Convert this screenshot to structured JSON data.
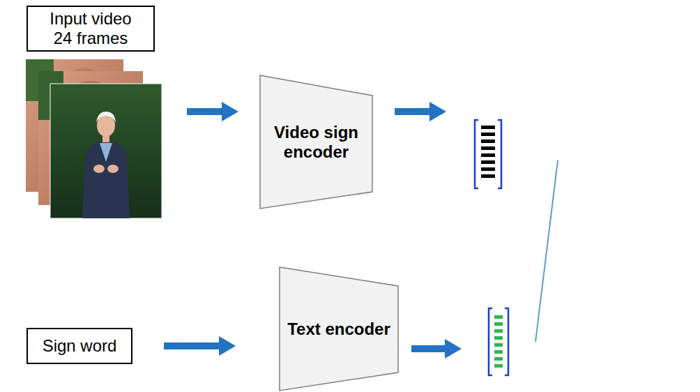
{
  "diagram": {
    "nodes": [
      {
        "text": [
          "Input video 24 frames"
        ]
      },
      {
        "text": [
          "Video sign encoder"
        ]
      },
      {
        "text": [
          "Sign word"
        ]
      },
      {
        "text": [
          "Text encoder"
        ]
      }
    ],
    "edges": [
      {
        "from": 2,
        "to": 3,
        "arrow": "to"
      }
    ]
  }
}
